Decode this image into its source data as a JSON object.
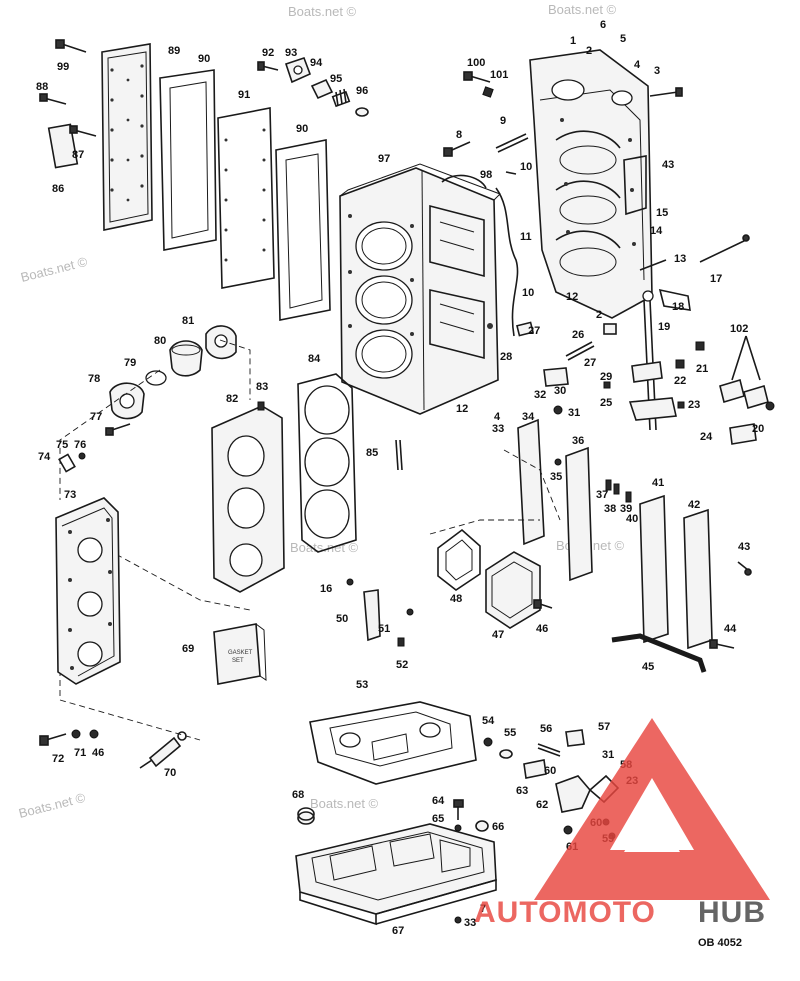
{
  "watermarks": [
    "Boats.net ©",
    "Boats.net ©",
    "Boats.net ©",
    "Boats.net ©",
    "Boats.net ©",
    "Boats.net ©",
    "Boats.net ©"
  ],
  "brand": {
    "part1": "AUTOMOTO",
    "part2": "HUB",
    "accent": "#e8463f",
    "dark": "#444444"
  },
  "doc_ref": "OB 4052",
  "labels": [
    "99",
    "89",
    "90",
    "92",
    "93",
    "94",
    "95",
    "96",
    "88",
    "87",
    "86",
    "91",
    "90",
    "100",
    "101",
    "6",
    "5",
    "4",
    "3",
    "2",
    "1",
    "8",
    "9",
    "10",
    "98",
    "97",
    "43",
    "15",
    "14",
    "11",
    "13",
    "17",
    "12",
    "18",
    "10",
    "2",
    "19",
    "102",
    "27",
    "26",
    "28",
    "27",
    "22",
    "21",
    "81",
    "80",
    "79",
    "78",
    "77",
    "84",
    "83",
    "82",
    "75",
    "76",
    "74",
    "32",
    "30",
    "29",
    "25",
    "23",
    "20",
    "24",
    "12",
    "4",
    "33",
    "31",
    "34",
    "36",
    "35",
    "37",
    "38",
    "39",
    "40",
    "41",
    "42",
    "85",
    "73",
    "43",
    "16",
    "50",
    "51",
    "52",
    "48",
    "47",
    "46",
    "44",
    "45",
    "69",
    "53",
    "72",
    "71",
    "46",
    "70",
    "54",
    "55",
    "56",
    "57",
    "31",
    "58",
    "23",
    "60",
    "63",
    "62",
    "60",
    "59",
    "61",
    "68",
    "64",
    "65",
    "66",
    "67",
    "7",
    "33"
  ]
}
